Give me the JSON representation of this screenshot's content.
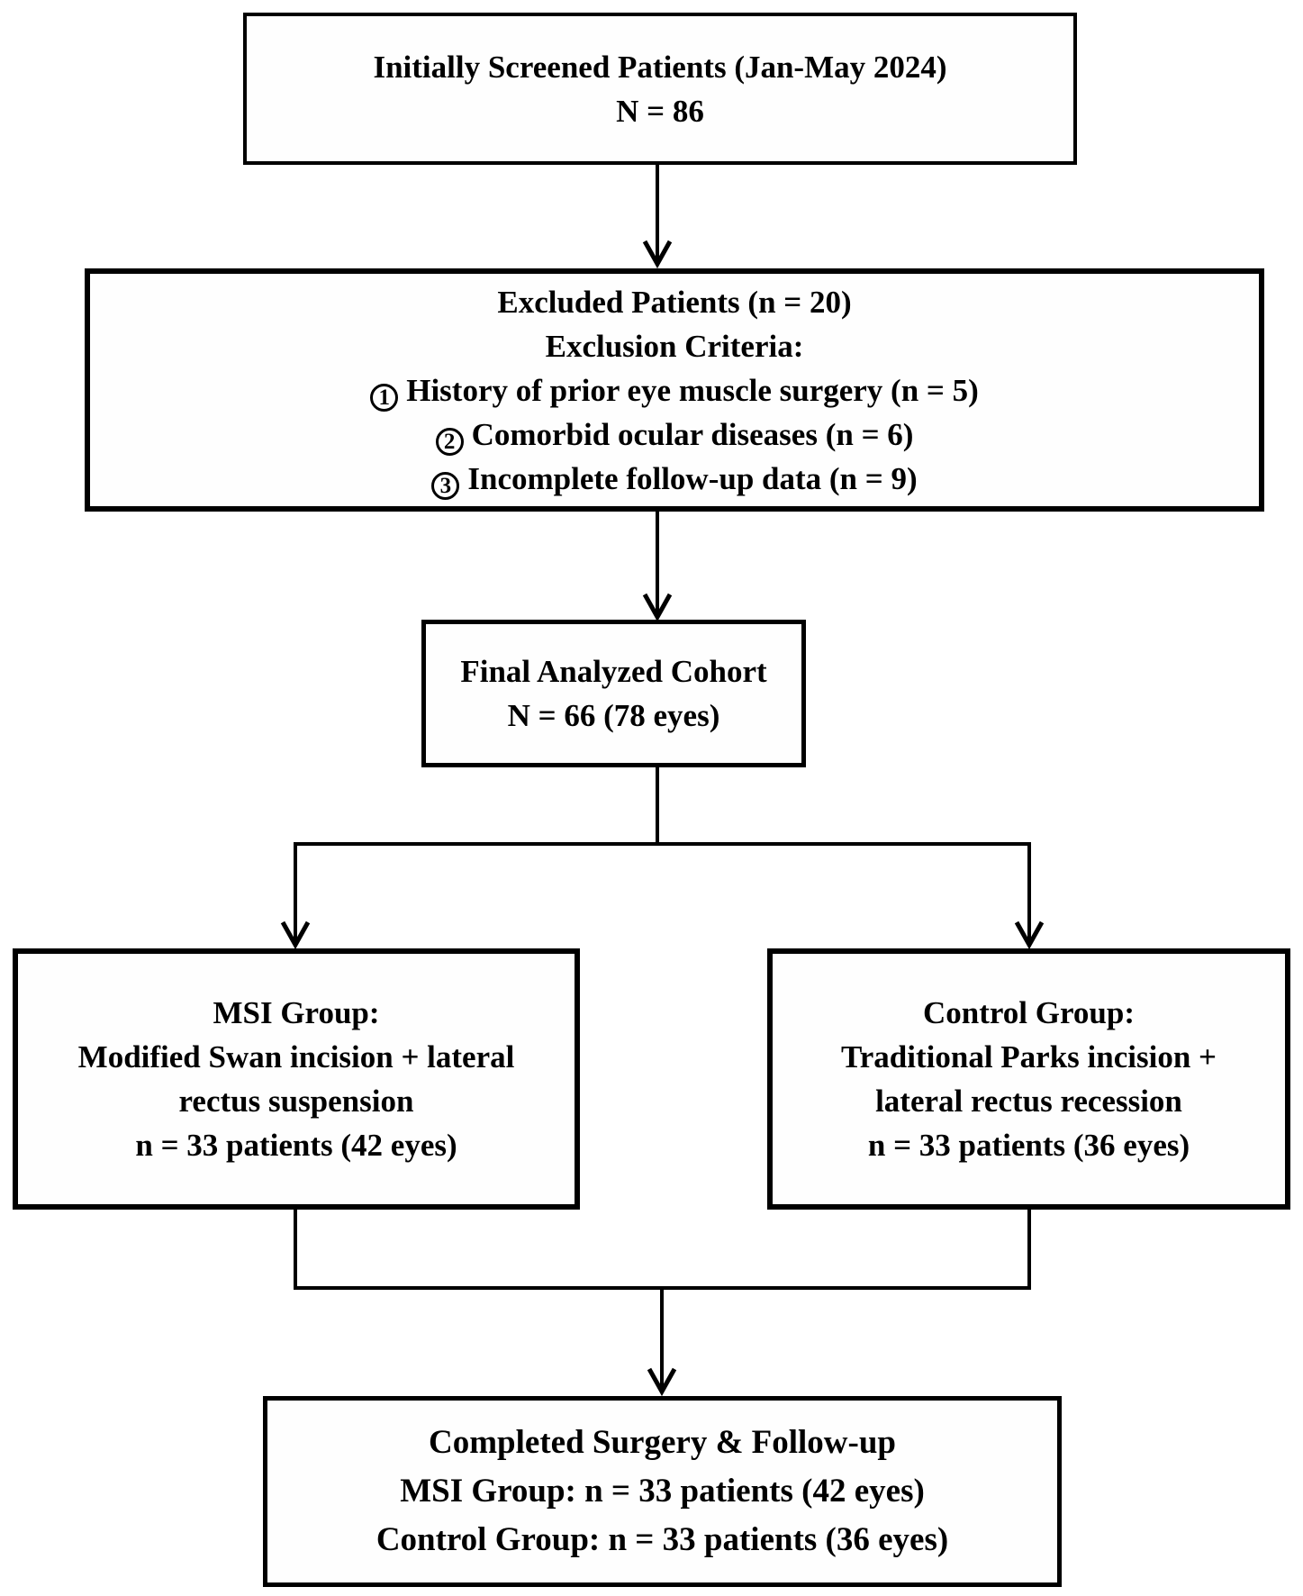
{
  "figure": {
    "background": "#ffffff",
    "ink": "#000000",
    "boxes": {
      "screened": {
        "line1": "Initially Screened Patients (Jan-May 2024)",
        "line2": "N = 86"
      },
      "excluded": {
        "title": "Excluded Patients (n = 20)",
        "subtitle": "Exclusion Criteria:",
        "criteria": [
          {
            "num": "1",
            "text": "History of prior eye muscle surgery (n = 5)"
          },
          {
            "num": "2",
            "text": "Comorbid ocular diseases (n = 6)"
          },
          {
            "num": "3",
            "text": "Incomplete follow-up data (n = 9)"
          }
        ]
      },
      "cohort": {
        "line1": "Final Analyzed Cohort",
        "line2": "N = 66 (78 eyes)"
      },
      "msi": {
        "line1": "MSI Group:",
        "line2": "Modified Swan incision + lateral",
        "line3": "rectus suspension",
        "line4": "n = 33 patients (42 eyes)"
      },
      "control": {
        "line1": "Control Group:",
        "line2": "Traditional Parks incision +",
        "line3": "lateral rectus recession",
        "line4": "n = 33 patients (36 eyes)"
      },
      "completed": {
        "line1": "Completed Surgery & Follow-up",
        "line2": "MSI Group: n = 33 patients (42 eyes)",
        "line3": "Control Group: n = 33 patients (36 eyes)"
      }
    }
  }
}
